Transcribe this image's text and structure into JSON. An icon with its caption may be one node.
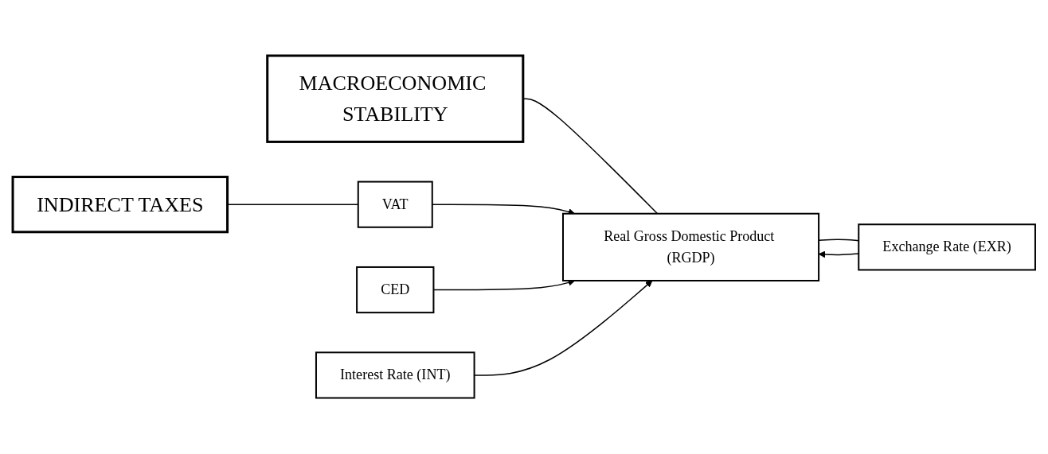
{
  "diagram": {
    "nodes": [
      {
        "text": [
          "INDIRECT TAXES"
        ]
      },
      {
        "text": [
          "VAT"
        ]
      },
      {
        "text": [
          "CED"
        ]
      },
      {
        "text": [
          "MACROECONOMIC STABILITY"
        ]
      },
      {
        "text": [
          "Real Gross Domestic Product (RGDP)"
        ]
      },
      {
        "text": [
          "Interest Rate (INT)"
        ]
      },
      {
        "text": [
          "Exchange Rate (EXR)"
        ]
      }
    ],
    "edges": [
      {
        "from": 0,
        "to": 1,
        "arrow": "none"
      },
      {
        "from": 3,
        "to": 4,
        "arrow": "none"
      },
      {
        "from": 1,
        "to": 4,
        "arrow": "to"
      },
      {
        "from": 2,
        "to": 4,
        "arrow": "to"
      },
      {
        "from": 5,
        "to": 4,
        "arrow": "to"
      },
      {
        "from": 6,
        "to": 4,
        "arrow": "to"
      },
      {
        "from": 4,
        "to": 6,
        "arrow": "none"
      }
    ]
  }
}
